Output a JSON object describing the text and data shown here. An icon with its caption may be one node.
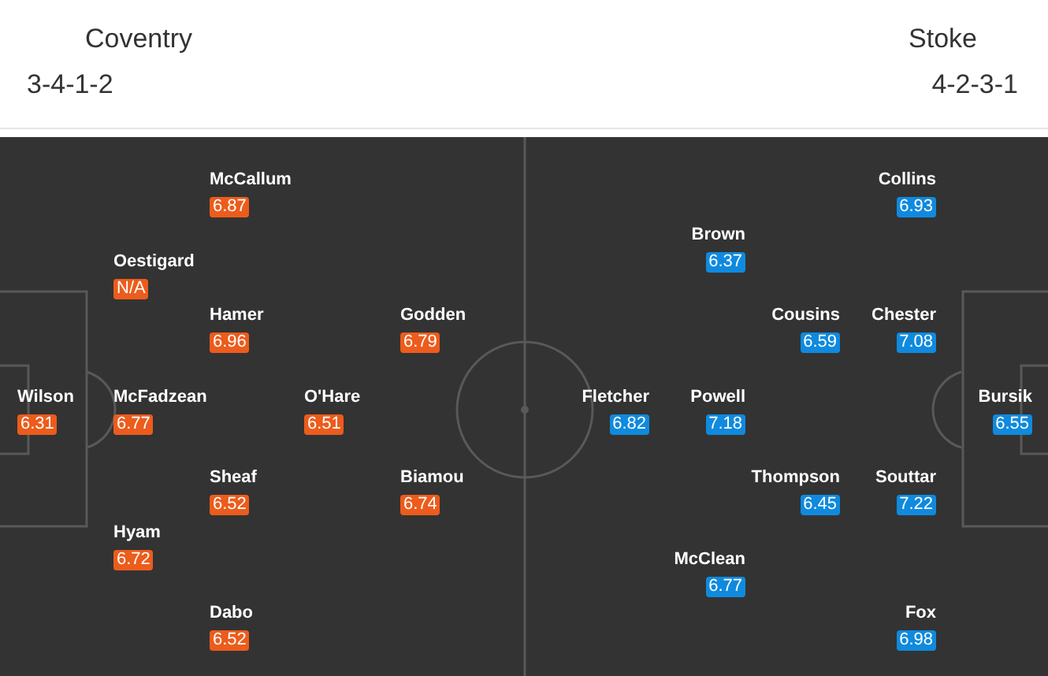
{
  "diagram": {
    "nodes": [
      {
        "text": [
          "McCallum",
          "6.87"
        ]
      },
      {
        "text": [
          "Oestigard",
          "N/A"
        ]
      },
      {
        "text": [
          "Hamer",
          "6.96"
        ]
      },
      {
        "text": [
          "Godden",
          "6.79"
        ]
      },
      {
        "text": [
          "Wilson",
          "6.31"
        ]
      },
      {
        "text": [
          "McFadzean",
          "6.77"
        ]
      },
      {
        "text": [
          "O'Hare",
          "6.51"
        ]
      },
      {
        "text": [
          "Sheaf",
          "6.52"
        ]
      },
      {
        "text": [
          "Biamou",
          "6.74"
        ]
      },
      {
        "text": [
          "Hyam",
          "6.72"
        ]
      },
      {
        "text": [
          "Dabo",
          "6.52"
        ]
      },
      {
        "text": [
          "Collins",
          "6.93"
        ]
      },
      {
        "text": [
          "Brown",
          "6.37"
        ]
      },
      {
        "text": [
          "Cousins",
          "6.59"
        ]
      },
      {
        "text": [
          "Chester",
          "7.08"
        ]
      },
      {
        "text": [
          "Fletcher",
          "6.82"
        ]
      },
      {
        "text": [
          "Powell",
          "7.18"
        ]
      },
      {
        "text": [
          "Bursik",
          "6.55"
        ]
      },
      {
        "text": [
          "Thompson",
          "6.45"
        ]
      },
      {
        "text": [
          "Souttar",
          "7.22"
        ]
      },
      {
        "text": [
          "McClean",
          "6.77"
        ]
      },
      {
        "text": [
          "Fox",
          "6.98"
        ]
      }
    ],
    "labels": [
      "Coventry",
      "3-4-1-2",
      "Stoke",
      "4-2-3-1"
    ]
  }
}
